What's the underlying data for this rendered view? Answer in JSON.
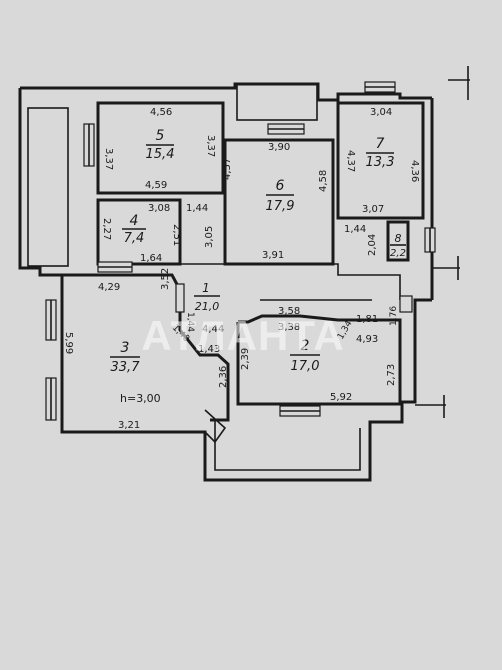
{
  "watermark": "АТЛАНТА",
  "ceiling_height_note": "h=3,00",
  "rooms": [
    {
      "number": "1",
      "area": "21,0"
    },
    {
      "number": "2",
      "area": "17,0"
    },
    {
      "number": "3",
      "area": "33,7"
    },
    {
      "number": "4",
      "area": "7,4"
    },
    {
      "number": "5",
      "area": "15,4"
    },
    {
      "number": "6",
      "area": "17,9"
    },
    {
      "number": "7",
      "area": "13,3"
    },
    {
      "number": "8",
      "area": "2,2"
    }
  ],
  "dimensions": {
    "r5_top": "4,56",
    "r5_left": "3,37",
    "r5_right": "3,37",
    "r5_bottom": "4,59",
    "r6_top": "3,90",
    "r6_left": "4,57",
    "r6_right": "4,58",
    "r6_bottom": "3,91",
    "r7_top": "3,04",
    "r7_left": "4,37",
    "r7_right": "4,36",
    "r7_bottom": "3,07",
    "r4_top": "3,08",
    "r4_left": "2,27",
    "r4_right": "2,51",
    "r4_bottom": "1,64",
    "r8_left": "2,04",
    "r8_top": "1,44",
    "mid_144": "1,44",
    "mid_305": "3,05",
    "r3_top": "4,29",
    "r3_left": "5,99",
    "r3_bottom": "3,21",
    "r3_right": "2,36",
    "r1_a": "3,52",
    "r1_b": "1,44",
    "r1_c": "4,44",
    "r1_d": "1,43",
    "r1_e": "1,40",
    "r2_top_a": "3,58",
    "r2_top_b": "3,38",
    "r2_left": "2,39",
    "r2_right": "2,73",
    "r2_bottom": "5,92",
    "r2_tr1": "1,81",
    "r2_tr2": "4,93",
    "r2_tr3": "1,76",
    "r2_tr4": "1,34"
  }
}
